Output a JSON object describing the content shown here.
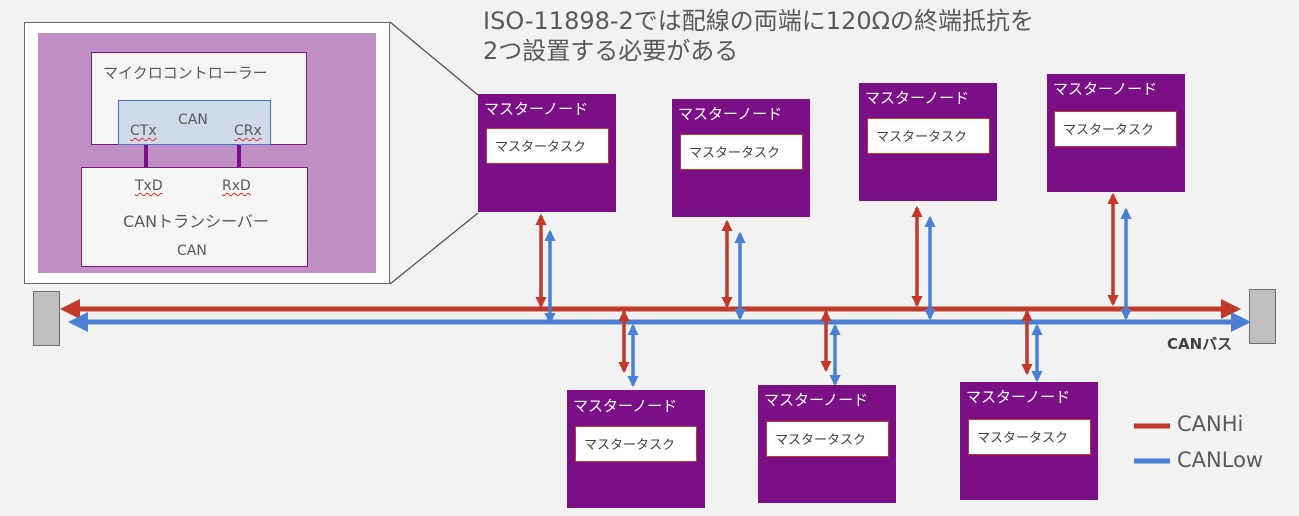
{
  "heading": {
    "line1": "ISO-11898-2では配線の両端に120Ωの終端抵抗を",
    "line2": "2つ設置する必要がある"
  },
  "detail": {
    "mcu_title": "マイクロコントローラー",
    "can_label": "CAN",
    "ctx": "CTx",
    "crx": "CRx",
    "txd": "TxD",
    "rxd": "RxD",
    "transceiver": "CANトランシーバー",
    "transceiver_can": "CAN"
  },
  "nodes": [
    {
      "title": "マスターノード",
      "task": "マスタータスク"
    },
    {
      "title": "マスターノード",
      "task": "マスタータスク"
    },
    {
      "title": "マスターノード",
      "task": "マスタータスク"
    },
    {
      "title": "マスターノード",
      "task": "マスタータスク"
    },
    {
      "title": "マスターノード",
      "task": "マスタータスク"
    },
    {
      "title": "マスターノード",
      "task": "マスタータスク"
    },
    {
      "title": "マスターノード",
      "task": "マスタータスク"
    }
  ],
  "bus_label": "CANバス",
  "legend": [
    {
      "label": "CANHi",
      "color": "#c0392b"
    },
    {
      "label": "CANLow",
      "color": "#4a7fd4"
    }
  ]
}
